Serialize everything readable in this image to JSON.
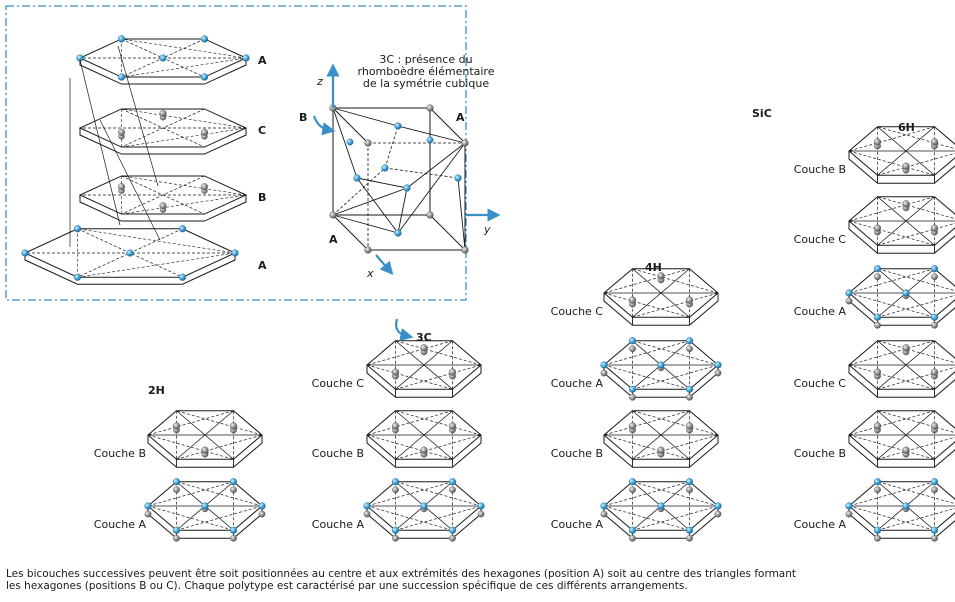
{
  "inset": {
    "layer_labels": [
      "A",
      "C",
      "B",
      "A"
    ],
    "cube_title": [
      "3C : présence du",
      "rhomboèdre élémentaire",
      "de la symétrie cubique"
    ],
    "cube_labels": {
      "top_left": "B",
      "top_right": "A",
      "bottom_left": "A"
    },
    "axes": {
      "z": "z",
      "y": "y",
      "x": "x"
    }
  },
  "material": "SiC",
  "polytypes": [
    {
      "name": "2H",
      "layers": [
        "Couche B",
        "Couche A"
      ]
    },
    {
      "name": "3C",
      "layers": [
        "Couche C",
        "Couche B",
        "Couche A"
      ]
    },
    {
      "name": "4H",
      "layers": [
        "Couche C",
        "Couche A",
        "Couche B",
        "Couche A"
      ]
    },
    {
      "name": "6H",
      "layers": [
        "Couche B",
        "Couche C",
        "Couche A",
        "Couche C",
        "Couche B",
        "Couche A"
      ]
    }
  ],
  "caption": [
    "Les bicouches successives peuvent être soit positionnées au centre et aux extrémités des hexagones (position A) soit au centre des triangles formant",
    "les hexagones (positions B ou C). Chaque polytype est caractérisé par une succession spécifique de ces différents arrangements."
  ],
  "colors": {
    "blue_atom": "#4aa8d8",
    "grey_atom": "#9a9a9a",
    "frame": "#3a8fc6",
    "line": "#1a1a1a"
  }
}
